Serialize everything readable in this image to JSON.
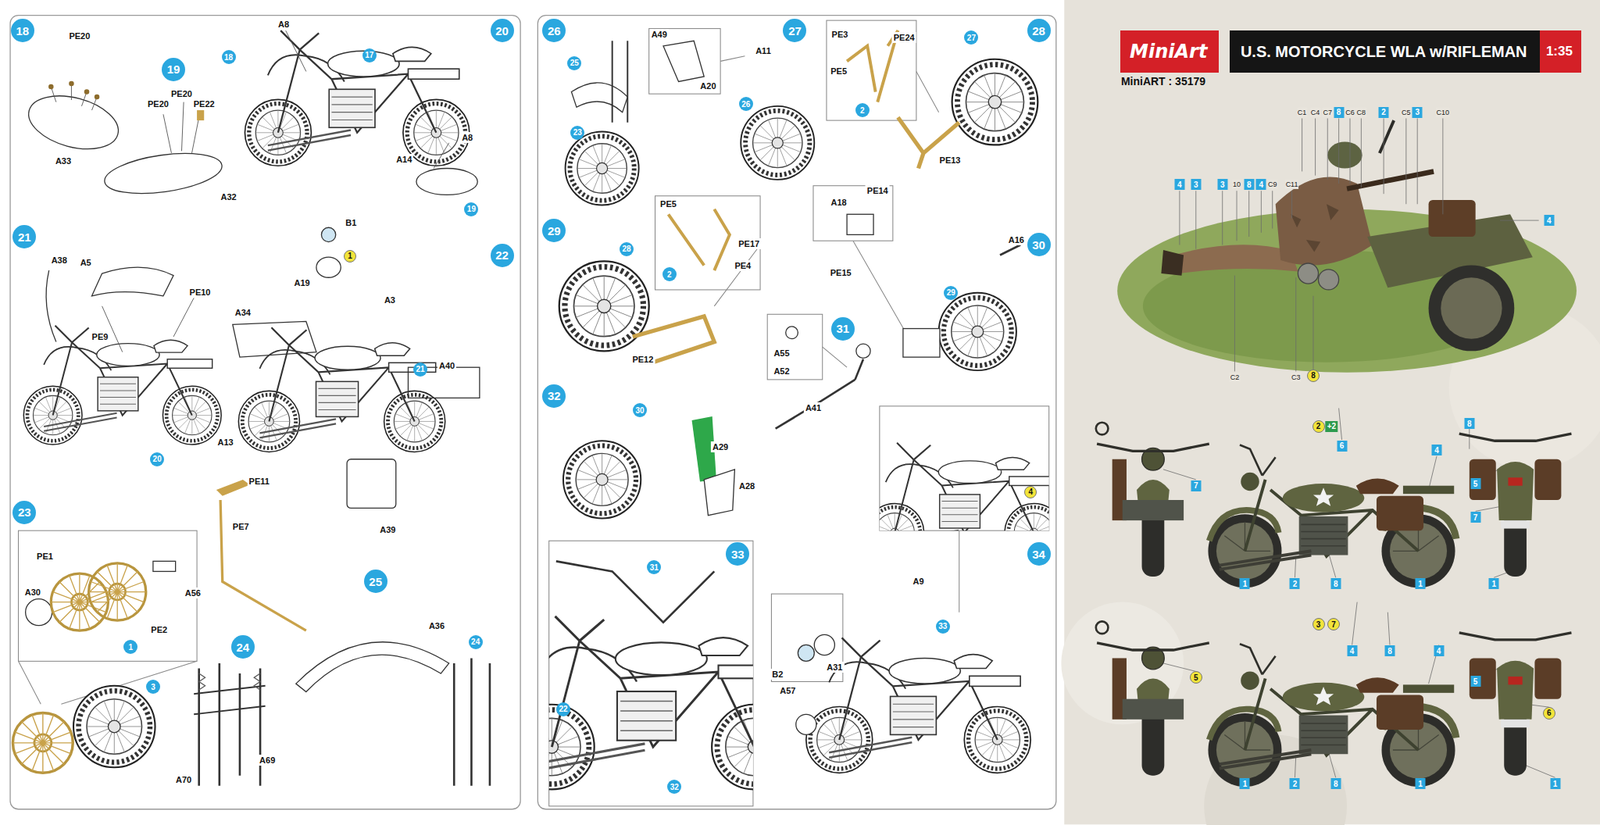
{
  "diagram": {
    "nodes": [
      {
        "text": [
          "MiniArt"
        ]
      },
      {
        "text": [
          "U.S. MOTORCYCLE WLA w/RIFLEMAN"
        ]
      },
      {
        "text": [
          "1:35"
        ]
      },
      {
        "text": [
          "18"
        ]
      },
      {
        "text": [
          "19"
        ]
      },
      {
        "text": [
          "20"
        ]
      },
      {
        "text": [
          "21"
        ]
      },
      {
        "text": [
          "22"
        ]
      },
      {
        "text": [
          "23"
        ]
      },
      {
        "text": [
          "24"
        ]
      },
      {
        "text": [
          "25"
        ]
      },
      {
        "text": [
          "26"
        ]
      },
      {
        "text": [
          "27"
        ]
      },
      {
        "text": [
          "28"
        ]
      },
      {
        "text": [
          "29"
        ]
      },
      {
        "text": [
          "30"
        ]
      },
      {
        "text": [
          "31"
        ]
      },
      {
        "text": [
          "32"
        ]
      },
      {
        "text": [
          "33"
        ]
      },
      {
        "text": [
          "34"
        ]
      }
    ],
    "labels": [
      "PE20",
      "A33",
      "PE20",
      "PE20",
      "PE22",
      "A32",
      "A8",
      "18",
      "17",
      "A8",
      "A14",
      "19",
      "A38",
      "A5",
      "PE10",
      "PE9",
      "20",
      "B1",
      "1",
      "A19",
      "A34",
      "A3",
      "21",
      "A40",
      "A13",
      "PE11",
      "PE7",
      "A39",
      "PE1",
      "A30",
      "A56",
      "PE2",
      "1",
      "3",
      "A70",
      "A69",
      "A36",
      "24",
      "25",
      "23",
      "A49",
      "A20",
      "A11",
      "26",
      "PE3",
      "PE24",
      "PE5",
      "2",
      "27",
      "PE13",
      "PE5",
      "PE17",
      "2",
      "PE4",
      "28",
      "PE12",
      "A18",
      "PE14",
      "PE15",
      "A16",
      "29",
      "A55",
      "A52",
      "A41",
      "30",
      "A29",
      "A28",
      "31",
      "22",
      "32",
      "4",
      "A9",
      "B2",
      "A31",
      "A57",
      "33",
      "MiniART : 35179",
      "C1",
      "C4",
      "C7",
      "8",
      "C6",
      "C8",
      "2",
      "C5",
      "3",
      "C10",
      "4",
      "3",
      "3",
      "10",
      "8",
      "4",
      "C9",
      "C11",
      "4",
      "C2",
      "C3",
      "8",
      "2",
      "+2",
      "8",
      "6",
      "4",
      "7",
      "5",
      "7",
      "1",
      "2",
      "8",
      "1",
      "1",
      "3",
      "7",
      "4",
      "8",
      "4",
      "5",
      "5",
      "6",
      "1",
      "2",
      "8",
      "1",
      "1"
    ]
  }
}
